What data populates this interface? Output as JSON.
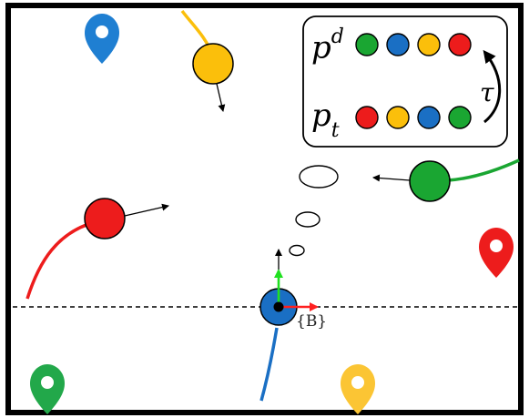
{
  "queue_box": {
    "desired_label": "p",
    "desired_superscript": "d",
    "target_label": "p",
    "target_subscript": "t",
    "transition_label": "τ",
    "desired_order": [
      "green",
      "blue",
      "yellow",
      "red"
    ],
    "target_order": [
      "red",
      "yellow",
      "blue",
      "green"
    ]
  },
  "robot": {
    "frame_label": "{B}",
    "color": "#1a6fc4"
  },
  "agents": [
    {
      "name": "yellow-agent",
      "color": "#fbbf0b"
    },
    {
      "name": "red-agent",
      "color": "#ed1c1c"
    },
    {
      "name": "green-agent",
      "color": "#1aa632"
    }
  ],
  "goal_markers": [
    {
      "name": "blue-goal",
      "color": "#1f7fd2"
    },
    {
      "name": "red-goal",
      "color": "#ed1c1c"
    },
    {
      "name": "green-goal",
      "color": "#22a84a"
    },
    {
      "name": "yellow-goal",
      "color": "#fbc534"
    }
  ],
  "axes": {
    "x_color": "#ff2020",
    "y_color": "#20e020"
  },
  "palette": {
    "red": "#ed1c1c",
    "yellow": "#fbbf0b",
    "blue": "#1a6fc4",
    "green": "#1aa632"
  }
}
